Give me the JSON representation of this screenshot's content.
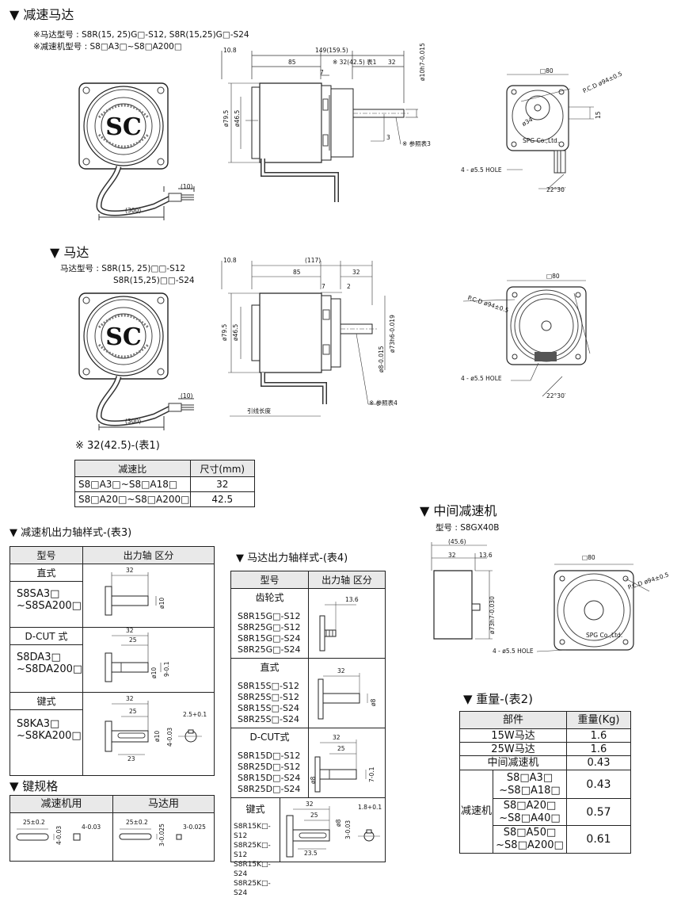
{
  "s1": {
    "title": "▼ 减速马达",
    "motor_model": "※马达型号 : S8R(15, 25)G□-S12, S8R(15,25)G□-S24",
    "gear_model": "※减速机型号 : S8□A3□~S8□A200□",
    "dims": {
      "d108": "10.8",
      "d149": "149(159.5)",
      "d85": "85",
      "d32n": "※ 32(42.5) 表1",
      "d32": "32",
      "d7": "7",
      "d10h7": "ø10h7-0.015",
      "d795": "ø79.5",
      "d465": "ø46.5",
      "d3": "3",
      "ref": "※ 参照表3",
      "d10": "(10)",
      "d300": "(300)",
      "sq80": "□80",
      "pcd": "P.C.D ø94±0.5",
      "d34": "ø34",
      "d15": "15",
      "hole": "4 - ø5.5 HOLE",
      "ang": "22°30′",
      "logo": "SPG Co.,Ltd."
    }
  },
  "s2": {
    "title": "▼ 马达",
    "model_l1": "马达型号 : S8R(15, 25)□□-S12",
    "model_l2": "S8R(15,25)□□-S24",
    "dims": {
      "d108": "10.8",
      "d117": "(117)",
      "d85": "85",
      "d32": "32",
      "d7": "7",
      "d2": "2",
      "d795": "ø79.5",
      "d465": "ø46.5",
      "d73h": "ø73h6-0.019",
      "d8": "ø8-0.015",
      "ref": "※ 参照表4",
      "lead": "引线长度",
      "d10": "(10)",
      "d300": "(300)",
      "sq80": "□80",
      "pcd": "P.C.D ø94±0.5",
      "hole": "4 - ø5.5 HOLE",
      "ang": "22°30′"
    }
  },
  "table1": {
    "note": "※  32(42.5)-(表1)",
    "headers": [
      "减速比",
      "尺寸(mm)"
    ],
    "rows": [
      [
        "S8□A3□~S8□A18□",
        "32"
      ],
      [
        "S8□A20□~S8□A200□",
        "42.5"
      ]
    ]
  },
  "s3": {
    "title": "▼ 中间减速机",
    "model": "型号 : S8GX40B",
    "dims": {
      "d456": "(45.6)",
      "d32": "32",
      "d136": "13.6",
      "d73h7": "ø73h7-0.030",
      "sq80": "□80",
      "pcd": "P.C.D ø94±0.5",
      "hole": "4 - ø5.5 HOLE",
      "logo": "SPG Co.,Ltd."
    }
  },
  "table3": {
    "title": "▼ 减速机出力轴样式-(表3)",
    "headers": [
      "型号",
      "出力轴 区分"
    ],
    "groups": [
      {
        "name": "直式",
        "models": [
          "S8SA3□",
          "~S8SA200□"
        ],
        "dims": [
          "32",
          "ø10"
        ]
      },
      {
        "name": "D-CUT 式",
        "models": [
          "S8DA3□",
          "~S8DA200□"
        ],
        "dims": [
          "32",
          "25",
          "ø10",
          "9-0.1"
        ]
      },
      {
        "name": "键式",
        "models": [
          "S8KA3□",
          "~S8KA200□"
        ],
        "dims": [
          "32",
          "25",
          "23",
          "ø10",
          "4-0.03",
          "2.5+0.1"
        ]
      }
    ]
  },
  "table4": {
    "title": "▼ 马达出力轴样式-(表4)",
    "headers": [
      "型号",
      "出力轴 区分"
    ],
    "groups": [
      {
        "name": "齿轮式",
        "models": [
          "S8R15G□-S12",
          "S8R25G□-S12",
          "S8R15G□-S24",
          "S8R25G□-S24"
        ],
        "dims": [
          "13.6"
        ]
      },
      {
        "name": "直式",
        "models": [
          "S8R15S□-S12",
          "S8R25S□-S12",
          "S8R15S□-S24",
          "S8R25S□-S24"
        ],
        "dims": [
          "32",
          "ø8"
        ]
      },
      {
        "name": "D-CUT式",
        "models": [
          "S8R15D□-S12",
          "S8R25D□-S12",
          "S8R15D□-S24",
          "S8R25D□-S24"
        ],
        "dims": [
          "32",
          "25",
          "ø8",
          "7-0.1"
        ]
      },
      {
        "name": "键式",
        "models": [
          "S8R15K□-S12",
          "S8R25K□-S12",
          "S8R15K□-S24",
          "S8R25K□-S24"
        ],
        "dims": [
          "32",
          "25",
          "23.5",
          "ø8",
          "3-0.03",
          "1.8+0.1"
        ]
      }
    ]
  },
  "keyspec": {
    "title": "▼ 键规格",
    "headers": [
      "减速机用",
      "马达用"
    ],
    "dims_a": [
      "25±0.2",
      "4-0.03",
      "4-0.03"
    ],
    "dims_b": [
      "25±0.2",
      "3-0.025",
      "3-0.025"
    ]
  },
  "table2": {
    "title": "▼ 重量-(表2)",
    "headers": [
      "部件",
      "重量(Kg)"
    ],
    "rows": [
      [
        "15W马达",
        "1.6"
      ],
      [
        "25W马达",
        "1.6"
      ],
      [
        "中间减速机",
        "0.43"
      ]
    ],
    "group_label": "减速机",
    "group_rows": [
      [
        "S8□A3□",
        "~S8□A18□",
        "0.43"
      ],
      [
        "S8□A20□",
        "~S8□A40□",
        "0.57"
      ],
      [
        "S8□A50□",
        "~S8□A200□",
        "0.61"
      ]
    ]
  }
}
